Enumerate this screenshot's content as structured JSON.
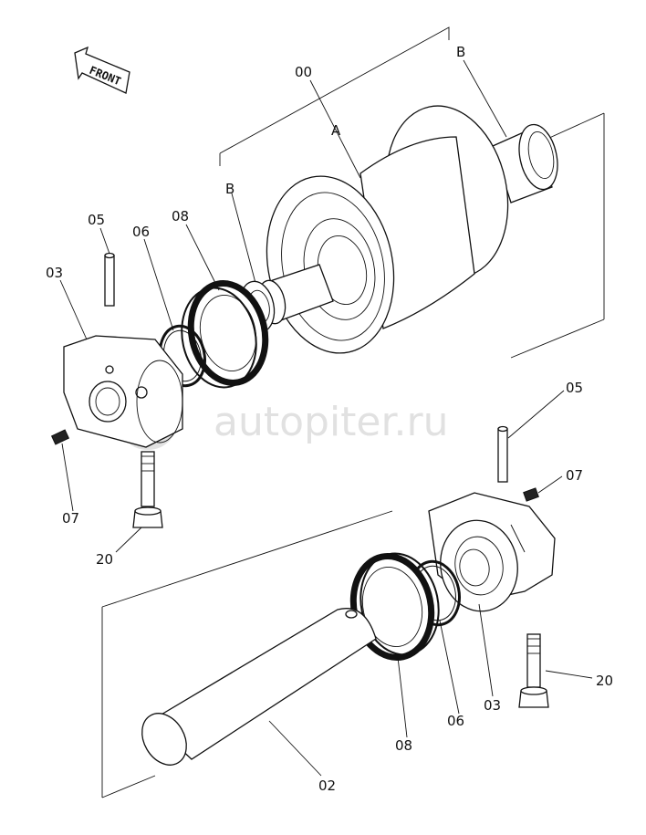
{
  "front_label": "FRONT",
  "watermark": "autopiter.ru",
  "callouts": {
    "assembly": "00",
    "a": "A",
    "b_top": "B",
    "b_left": "B",
    "pin_left": "05",
    "oring_left": "06",
    "seal_left": "08",
    "bracket_left": "03",
    "plug_left": "07",
    "bolt_left": "20",
    "pin_right": "05",
    "plug_right": "07",
    "bolt_right": "20",
    "bracket_right": "03",
    "oring_right": "06",
    "seal_right": "08",
    "shaft": "02"
  }
}
